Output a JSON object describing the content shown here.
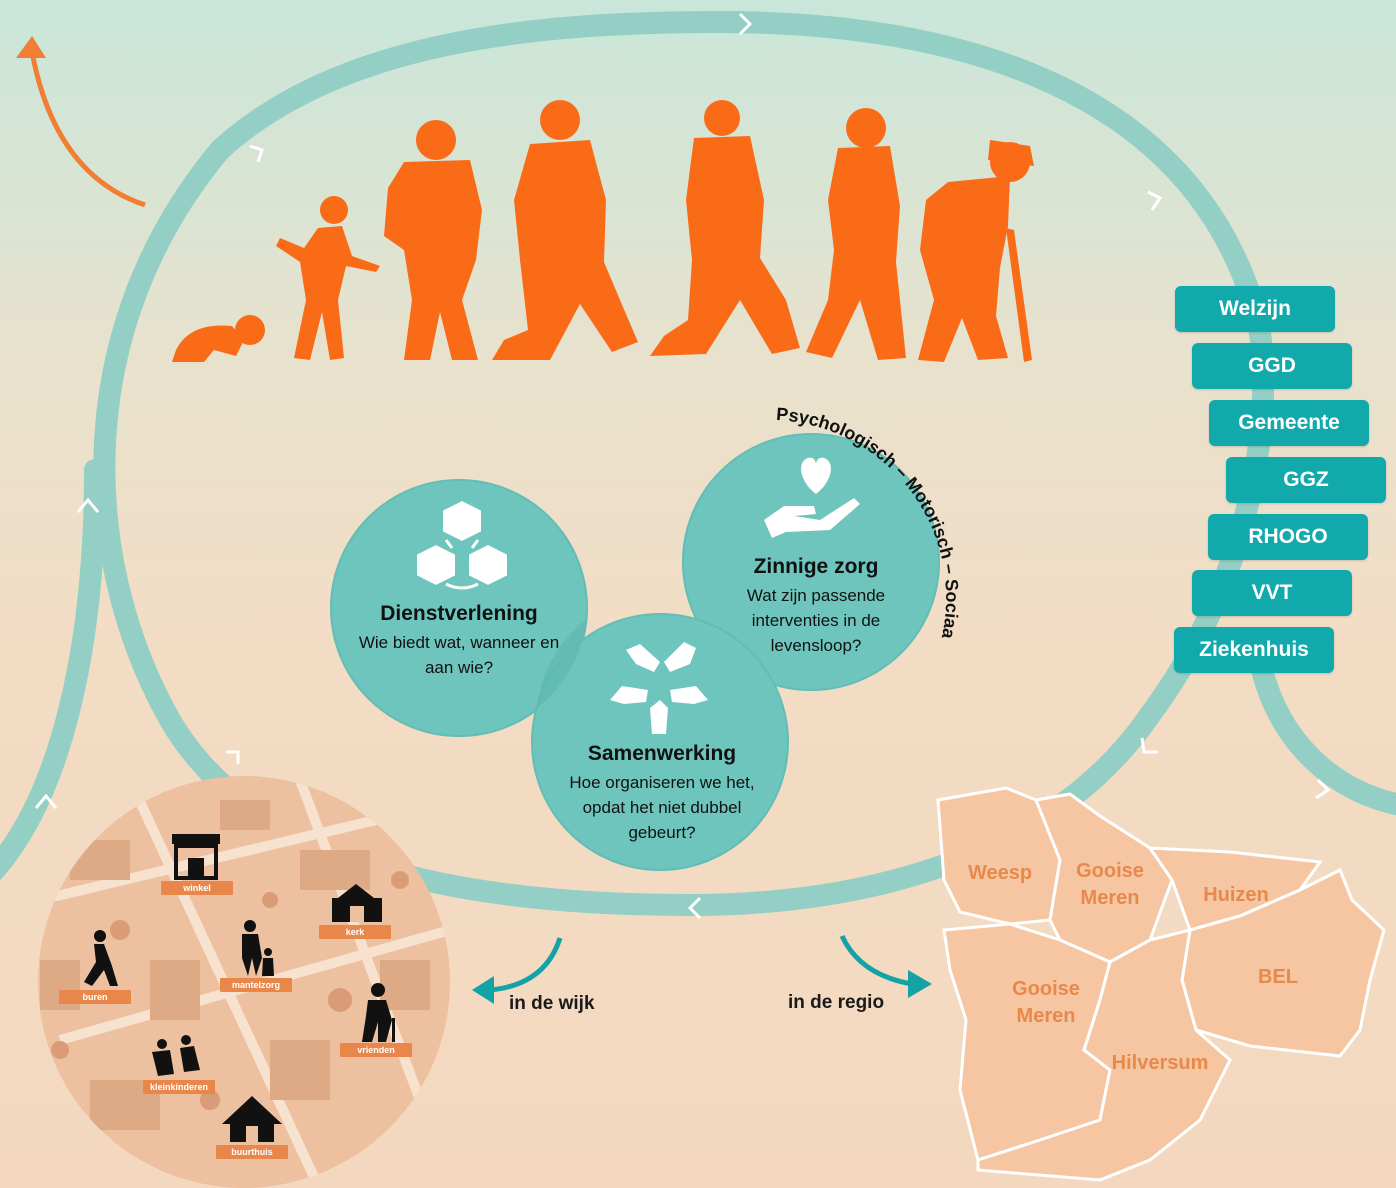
{
  "arc_text": "Psychologisch – Motorisch – Sociaal",
  "circles": {
    "dienstverlening": {
      "title": "Dienstverlening",
      "desc": "Wie biedt wat, wanneer en aan wie?",
      "icon": "cubes-icon"
    },
    "zinnige_zorg": {
      "title": "Zinnige zorg",
      "desc": "Wat zijn passende interventies in de levensloop?",
      "icon": "heart-hand-icon"
    },
    "samenwerking": {
      "title": "Samenwerking",
      "desc": "Hoe organiseren we het, opdat het niet dubbel gebeurt?",
      "icon": "joined-hands-icon"
    }
  },
  "organizations": [
    "Welzijn",
    "GGD",
    "Gemeente",
    "GGZ",
    "RHOGO",
    "VVT",
    "Ziekenhuis"
  ],
  "arrows": {
    "wijk": "in de wijk",
    "regio": "in de regio"
  },
  "neighborhood_tags": {
    "winkel": "winkel",
    "kerk": "kerk",
    "buren": "buren",
    "mantelzorg": "mantelzorg",
    "vrienden": "vrienden",
    "kleinkinderen": "kleinkinderen",
    "buurthuis": "buurthuis"
  },
  "municipalities": {
    "weesp": "Weesp",
    "gooise_meren_north": "Gooise Meren",
    "huizen": "Huizen",
    "gooise_meren_south": "Gooise Meren",
    "bel": "BEL",
    "hilversum": "Hilversum"
  },
  "colors": {
    "teal": "#12a9ad",
    "circle": "#6ec5bd",
    "loop": "#93cfc4",
    "orange": "#fa6b18",
    "map": "#f6c6a3",
    "map_text": "#e7894a"
  }
}
